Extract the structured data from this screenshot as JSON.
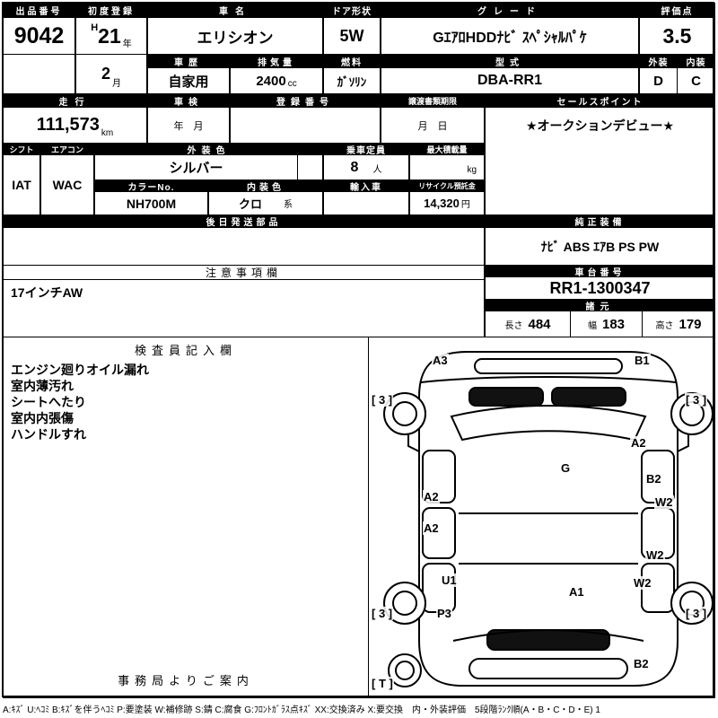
{
  "top": {
    "lot": {
      "label": "出品番号",
      "value": "9042"
    },
    "first_reg": {
      "label": "初度登録",
      "era": "H",
      "year": "21",
      "year_suffix": "年",
      "month": "2",
      "month_suffix": "月"
    },
    "car_name": {
      "label": "車名",
      "value": "エリシオン"
    },
    "door": {
      "label": "ドア形状",
      "value": "5W"
    },
    "grade": {
      "label": "グレード",
      "value": "GｴｱﾛHDDﾅﾋﾞ ｽﾍﾟｼｬﾙﾊﾟｹ"
    },
    "score": {
      "label": "評価点",
      "value": "3.5"
    },
    "history": {
      "label": "車歴",
      "value": "自家用"
    },
    "displacement": {
      "label": "排気量",
      "value": "2400",
      "unit": "cc"
    },
    "fuel": {
      "label": "燃料",
      "value": "ｶﾞｿﾘﾝ"
    },
    "model": {
      "label": "型式",
      "value": "DBA-RR1"
    },
    "exterior": {
      "label": "外装",
      "value": "D"
    },
    "interior": {
      "label": "内装",
      "value": "C"
    }
  },
  "reg": {
    "mileage": {
      "label": "走行",
      "value": "111,573",
      "unit": "km"
    },
    "inspection": {
      "label": "車検",
      "value": "年　月"
    },
    "reg_no": {
      "label": "登録番号",
      "value": ""
    },
    "transfer": {
      "label": "譲渡書類期限",
      "value": "月　日"
    },
    "sales_point": {
      "label": "セールスポイント",
      "value": "★オークションデビュー★"
    }
  },
  "spec": {
    "shift": {
      "label": "シフト",
      "value": "IAT"
    },
    "aircon": {
      "label": "エアコン",
      "value": "WAC"
    },
    "ext_color": {
      "label": "外装色",
      "value": "シルバー"
    },
    "capacity": {
      "label": "乗車定員",
      "value": "8",
      "unit": "人"
    },
    "max_load": {
      "label": "最大積載量",
      "value": "",
      "unit": "kg"
    },
    "color_no": {
      "label": "カラーNo.",
      "value": "NH700M"
    },
    "int_color": {
      "label": "内装色",
      "value": "クロ",
      "suffix": "系"
    },
    "import_car": {
      "label": "輸入車",
      "value": ""
    },
    "recycle": {
      "label": "リサイクル預託金",
      "value": "14,320",
      "unit": "円"
    },
    "later_parts": {
      "label": "後日発送部品",
      "value": ""
    },
    "oem": {
      "label": "純正装備",
      "value": "ﾅﾋﾞ ABS ｴｱB PS PW"
    }
  },
  "notes": {
    "caution": {
      "label": "注意事項欄",
      "value": "17インチAW"
    },
    "chassis": {
      "label": "車台番号",
      "value": "RR1-1300347"
    },
    "dims": {
      "label": "諸元",
      "length_label": "長さ",
      "length": "484",
      "width_label": "幅",
      "width": "183",
      "height_label": "高さ",
      "height": "179"
    }
  },
  "inspection_panel": {
    "title": "検査員記入欄",
    "items": [
      "エンジン廻りオイル漏れ",
      "室内薄汚れ",
      "シートへたり",
      "室内内張傷",
      "ハンドルすれ"
    ],
    "office_title": "事務局よりご案内"
  },
  "diagram": {
    "markers": [
      {
        "label": "A3"
      },
      {
        "label": "B1"
      },
      {
        "label": "[ 3 ]"
      },
      {
        "label": "[ 3 ]"
      },
      {
        "label": "A2"
      },
      {
        "label": "G"
      },
      {
        "label": "B2"
      },
      {
        "label": "W2"
      },
      {
        "label": "A2"
      },
      {
        "label": "A2"
      },
      {
        "label": "W2"
      },
      {
        "label": "U1"
      },
      {
        "label": "W2"
      },
      {
        "label": "A1"
      },
      {
        "label": "P3"
      },
      {
        "label": "[ 3 ]"
      },
      {
        "label": "[ 3 ]"
      },
      {
        "label": "B2"
      },
      {
        "label": "[ T ]"
      }
    ]
  },
  "legend": {
    "text": "A:ｷｽﾞ U:ﾍｺﾐ B:ｷｽﾞを伴うﾍｺﾐ P:要塗装 W:補修跡 S:錆 C:腐食 G:ﾌﾛﾝﾄｶﾞﾗｽ点ｷｽﾞ XX:交換済み X:要交換　内・外装評価　5段階ﾗﾝｸ順(A・B・C・D・E) 1"
  }
}
